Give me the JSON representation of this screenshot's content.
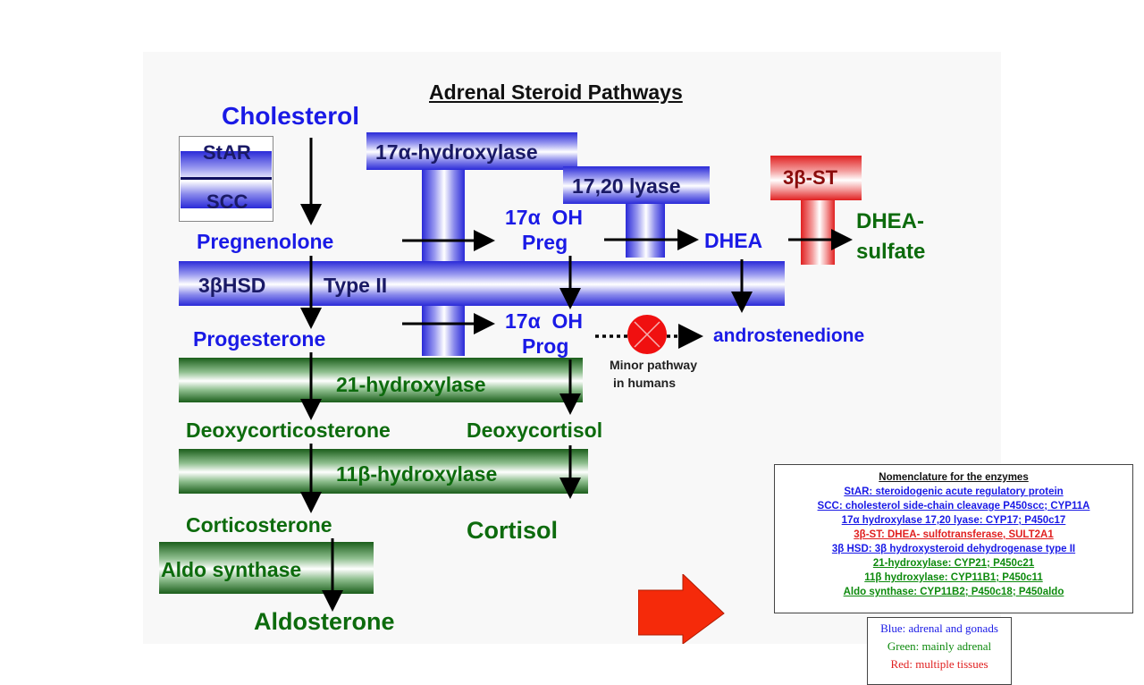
{
  "title": "Adrenal Steroid Pathways",
  "enzymes": {
    "star": "StAR",
    "scc": "SCC",
    "hydroxylase17a": "17α-hydroxylase",
    "lyase1720": "17,20 lyase",
    "st3b": "3β-ST",
    "hsd3b": "3βHSD",
    "type2": "Type II",
    "hydroxylase21": "21-hydroxylase",
    "hydroxylase11b": "11β-hydroxylase",
    "aldo_synthase": "Aldo synthase"
  },
  "compounds": {
    "cholesterol": "Cholesterol",
    "pregnenolone": "Pregnenolone",
    "oh_preg_line1": "17α  OH",
    "oh_preg_line2": "Preg",
    "dhea": "DHEA",
    "dhea_sulfate_line1": "DHEA-",
    "dhea_sulfate_line2": "sulfate",
    "progesterone": "Progesterone",
    "oh_prog_line1": "17α  OH",
    "oh_prog_line2": "Prog",
    "androstenedione": "androstenedione",
    "deoxycorticosterone": "Deoxycorticosterone",
    "deoxycortisol": "Deoxycortisol",
    "corticosterone": "Corticosterone",
    "cortisol": "Cortisol",
    "aldosterone": "Aldosterone"
  },
  "minor_pathway": {
    "line1": "Minor pathway",
    "line2": "in humans"
  },
  "nomenclature": {
    "heading": "Nomenclature for the enzymes",
    "items": [
      {
        "text": "StAR: steroidogenic acute regulatory protein",
        "color": "#1a1ae6"
      },
      {
        "text": "SCC: cholesterol side-chain cleavage P450scc; CYP11A",
        "color": "#1a1ae6"
      },
      {
        "text": "17α hydroxylase 17,20 lyase: CYP17; P450c17",
        "color": "#1a1ae6"
      },
      {
        "text": "3β-ST: DHEA- sulfotransferase, SULT2A1",
        "color": "#e02020"
      },
      {
        "text": "3β HSD: 3β hydroxysteroid dehydrogenase type II",
        "color": "#1a1ae6"
      },
      {
        "text": "21-hydroxylase: CYP21; P450c21",
        "color": "#0d8a0d"
      },
      {
        "text": "11β  hydroxylase: CYP11B1; P450c11",
        "color": "#0d8a0d"
      },
      {
        "text": "Aldo synthase: CYP11B2; P450c18; P450aldo",
        "color": "#0d8a0d"
      }
    ]
  },
  "legend": {
    "blue": "Blue: adrenal and gonads",
    "green": "Green: mainly adrenal",
    "red": "Red: multiple tissues"
  },
  "colors": {
    "blue": "#1a1ae6",
    "green": "#0d6b0d",
    "red": "#e02020",
    "pointer_arrow": "#f52a0a"
  }
}
